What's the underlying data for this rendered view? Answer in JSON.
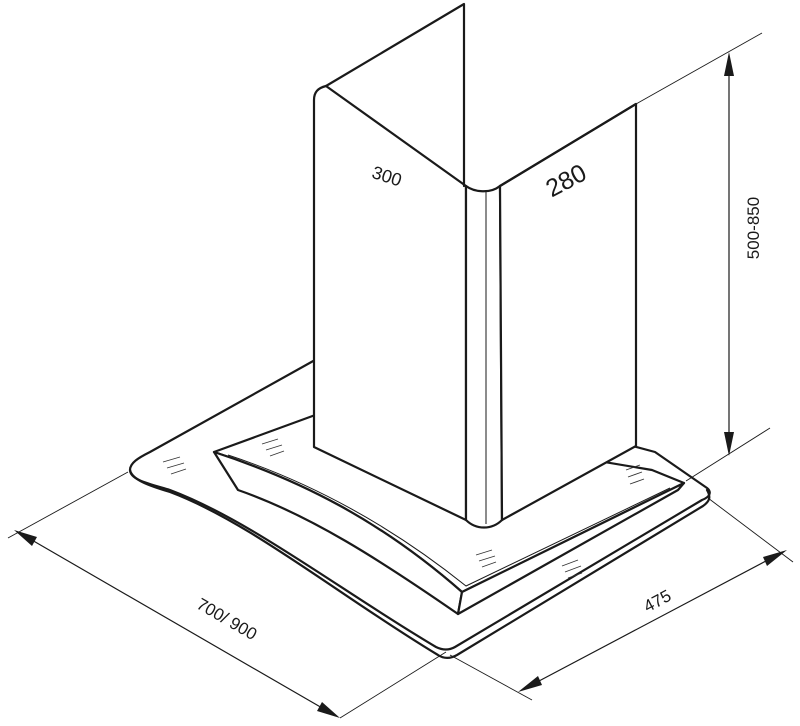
{
  "dimensions": {
    "chimney_depth": "300",
    "chimney_width": "280",
    "chimney_height": "500-850",
    "hood_depth": "475",
    "hood_width": "700/ 900"
  },
  "colors": {
    "line": "#1a1a1a",
    "background": "#ffffff"
  }
}
